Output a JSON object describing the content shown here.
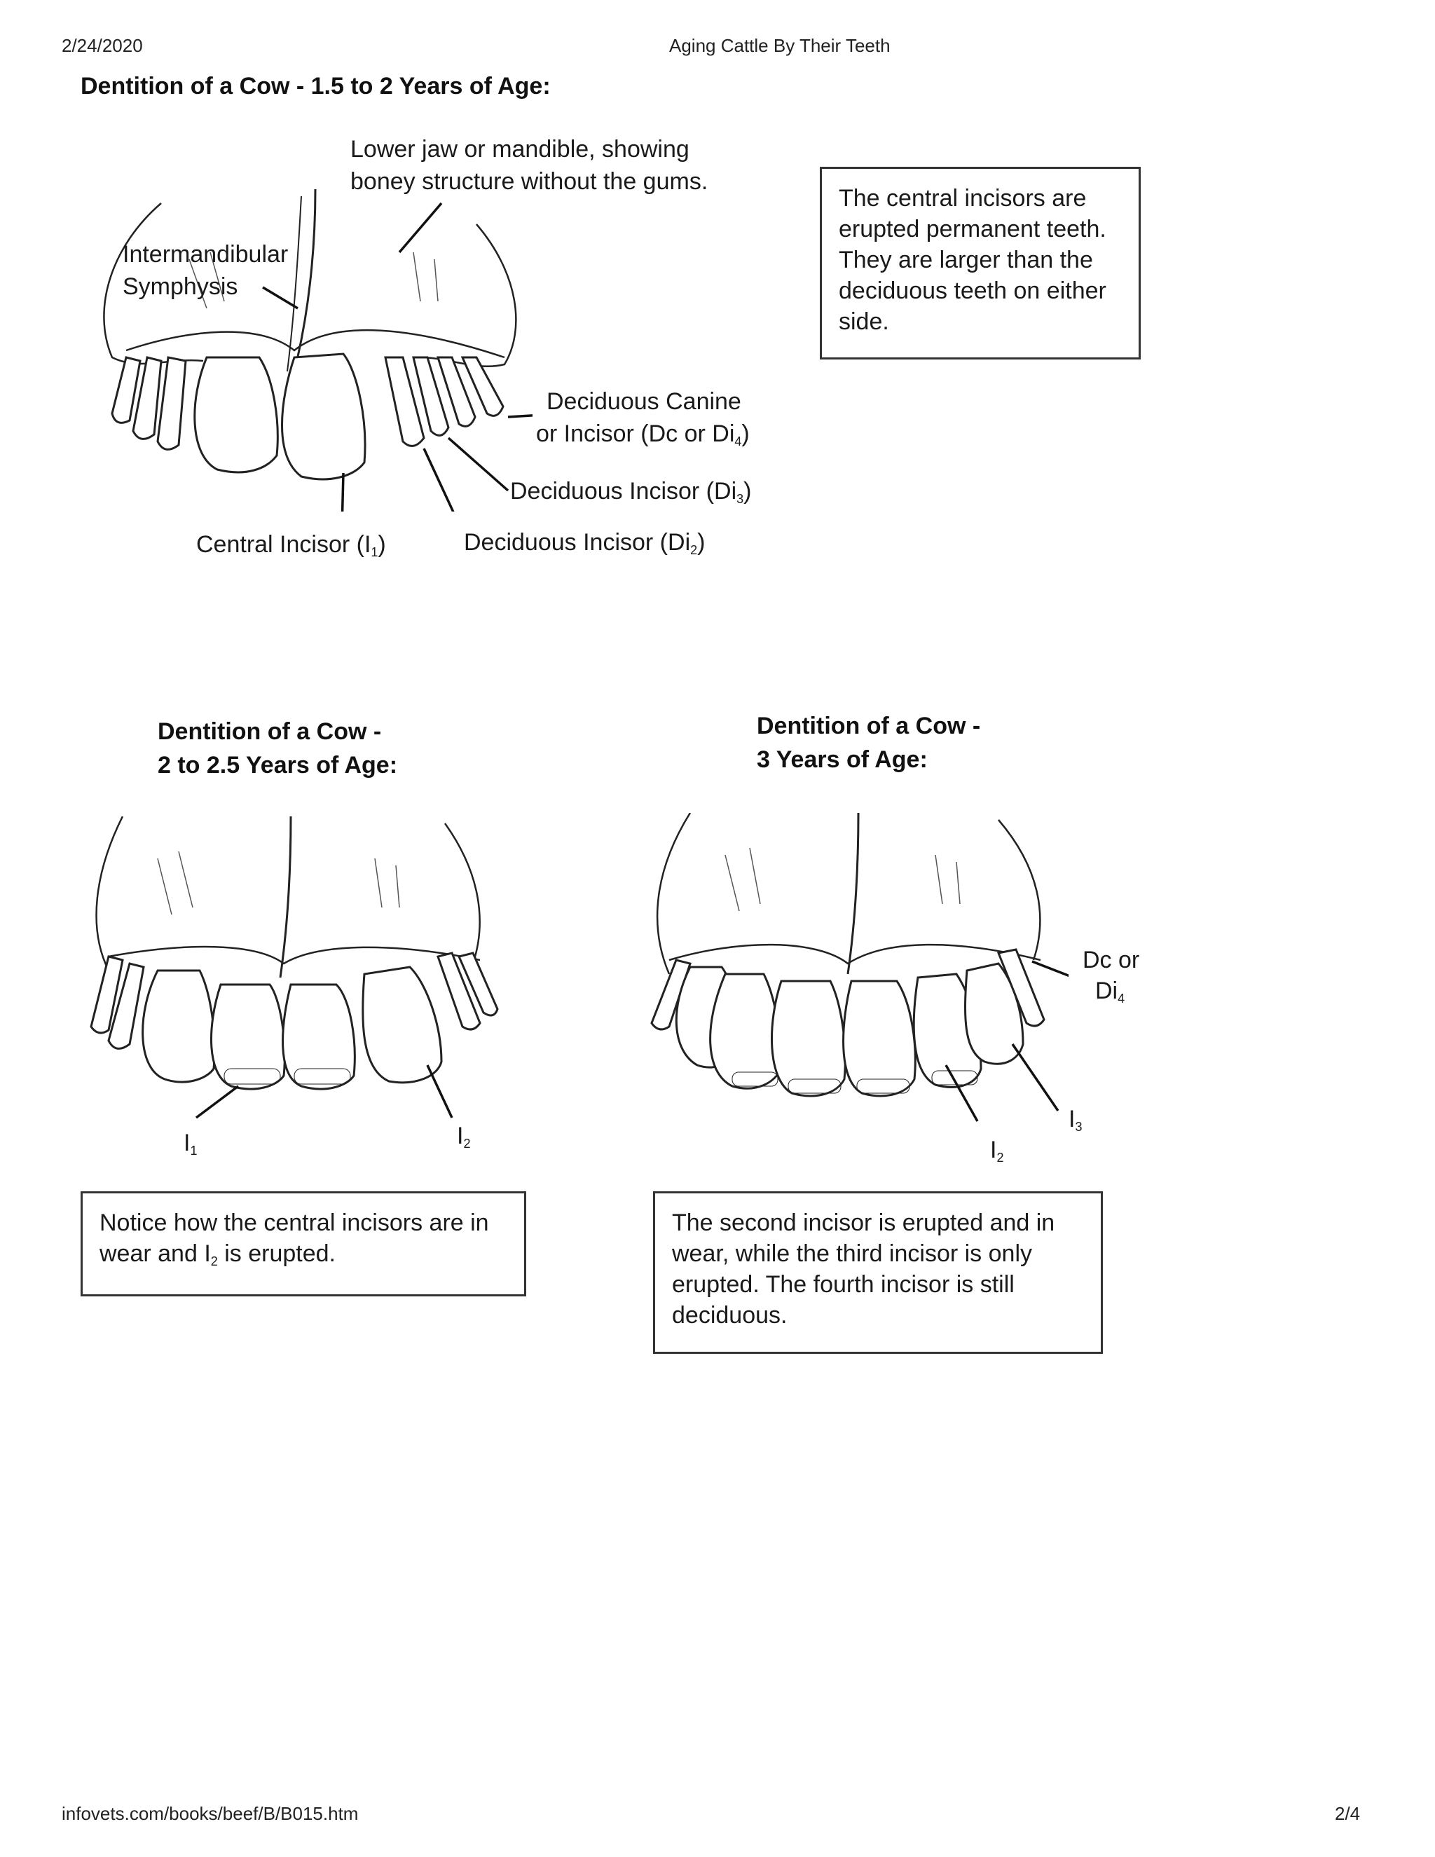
{
  "header": {
    "date": "2/24/2020",
    "page_title": "Aging Cattle By Their Teeth"
  },
  "footer": {
    "url": "infovets.com/books/beef/B/B015.htm",
    "page_number": "2/4"
  },
  "section1": {
    "title": "Dentition of a Cow - 1.5 to 2 Years of Age:",
    "label_jaw_line1": "Lower jaw or mandible, showing",
    "label_jaw_line2": "boney structure without the gums.",
    "label_symphysis_line1": "Intermandibular",
    "label_symphysis_line2": "Symphysis",
    "label_canine_line1": "Deciduous Canine",
    "label_canine_line2_pre": "or Incisor (Dc or Di",
    "label_canine_line2_sub": "4",
    "label_canine_line2_post": ")",
    "label_di3_pre": "Deciduous Incisor (Di",
    "label_di3_sub": "3",
    "label_di3_post": ")",
    "label_di2_pre": "Deciduous Incisor (Di",
    "label_di2_sub": "2",
    "label_di2_post": ")",
    "label_central_pre": "Central Incisor (I",
    "label_central_sub": "1",
    "label_central_post": ")",
    "note": "The central incisors are erupted permanent teeth. They are larger than the deciduous teeth on either side."
  },
  "section2": {
    "title_line1": "Dentition of a Cow -",
    "title_line2": "2 to 2.5 Years of Age:",
    "label_i1_main": "I",
    "label_i1_sub": "1",
    "label_i2_main": "I",
    "label_i2_sub": "2",
    "note_pre": "Notice how the central incisors are in wear and I",
    "note_sub": "2",
    "note_post": " is erupted."
  },
  "section3": {
    "title_line1": "Dentition of a Cow -",
    "title_line2": "3 Years of Age:",
    "label_dc_line1": "Dc or",
    "label_dc_line2_main": "Di",
    "label_dc_line2_sub": "4",
    "label_i2_main": "I",
    "label_i2_sub": "2",
    "label_i3_main": "I",
    "label_i3_sub": "3",
    "note": "The second incisor is erupted and in wear, while the third incisor is only erupted.  The fourth incisor is still deciduous."
  }
}
